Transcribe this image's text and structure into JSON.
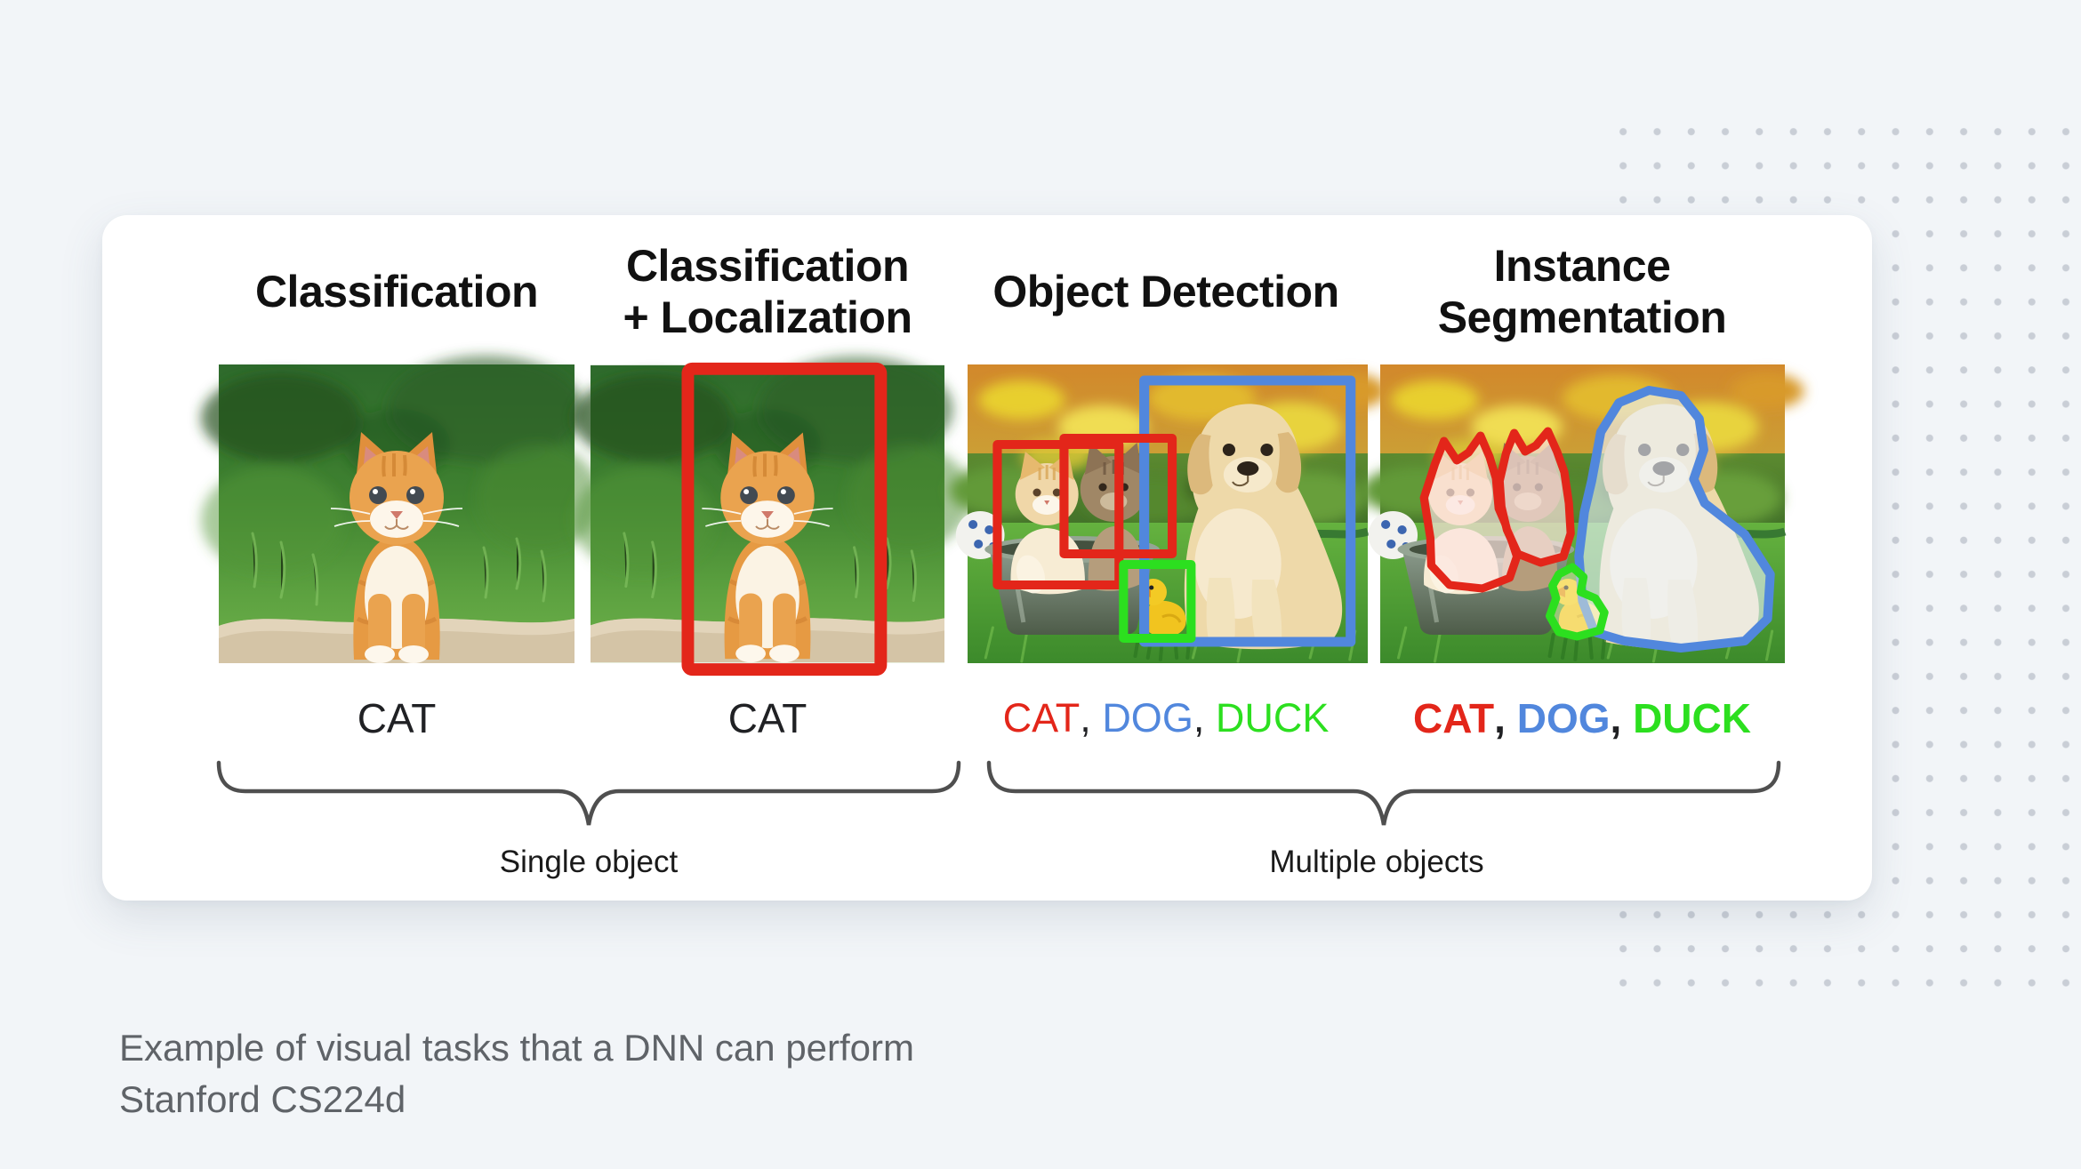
{
  "colors": {
    "page_bg": "#f2f5f8",
    "card_bg": "#ffffff",
    "dot": "#c9ced6",
    "title_text": "#111111",
    "label_text": "#202124",
    "red": "#e3261a",
    "blue": "#5187dd",
    "green": "#2cdf1f",
    "brace": "#4f4f4f",
    "caption_text": "#5f6368"
  },
  "figure": {
    "columns": [
      {
        "title_line1": "Classification",
        "title_line2": "",
        "label_parts": [
          "CAT"
        ]
      },
      {
        "title_line1": "Classification",
        "title_line2": "+ Localization",
        "label_parts": [
          "CAT"
        ]
      },
      {
        "title_line1": "Object Detection",
        "title_line2": "",
        "label_parts": [
          "CAT",
          ", ",
          "DOG",
          ", ",
          "DUCK"
        ]
      },
      {
        "title_line1": "Instance",
        "title_line2": "Segmentation",
        "label_parts": [
          "CAT",
          ", ",
          "DOG",
          ", ",
          "DUCK"
        ]
      }
    ],
    "groups": [
      {
        "label": "Single object"
      },
      {
        "label": "Multiple objects"
      }
    ]
  },
  "caption": {
    "line1": "Example of visual tasks that a DNN can perform",
    "line2": "Stanford CS224d"
  }
}
